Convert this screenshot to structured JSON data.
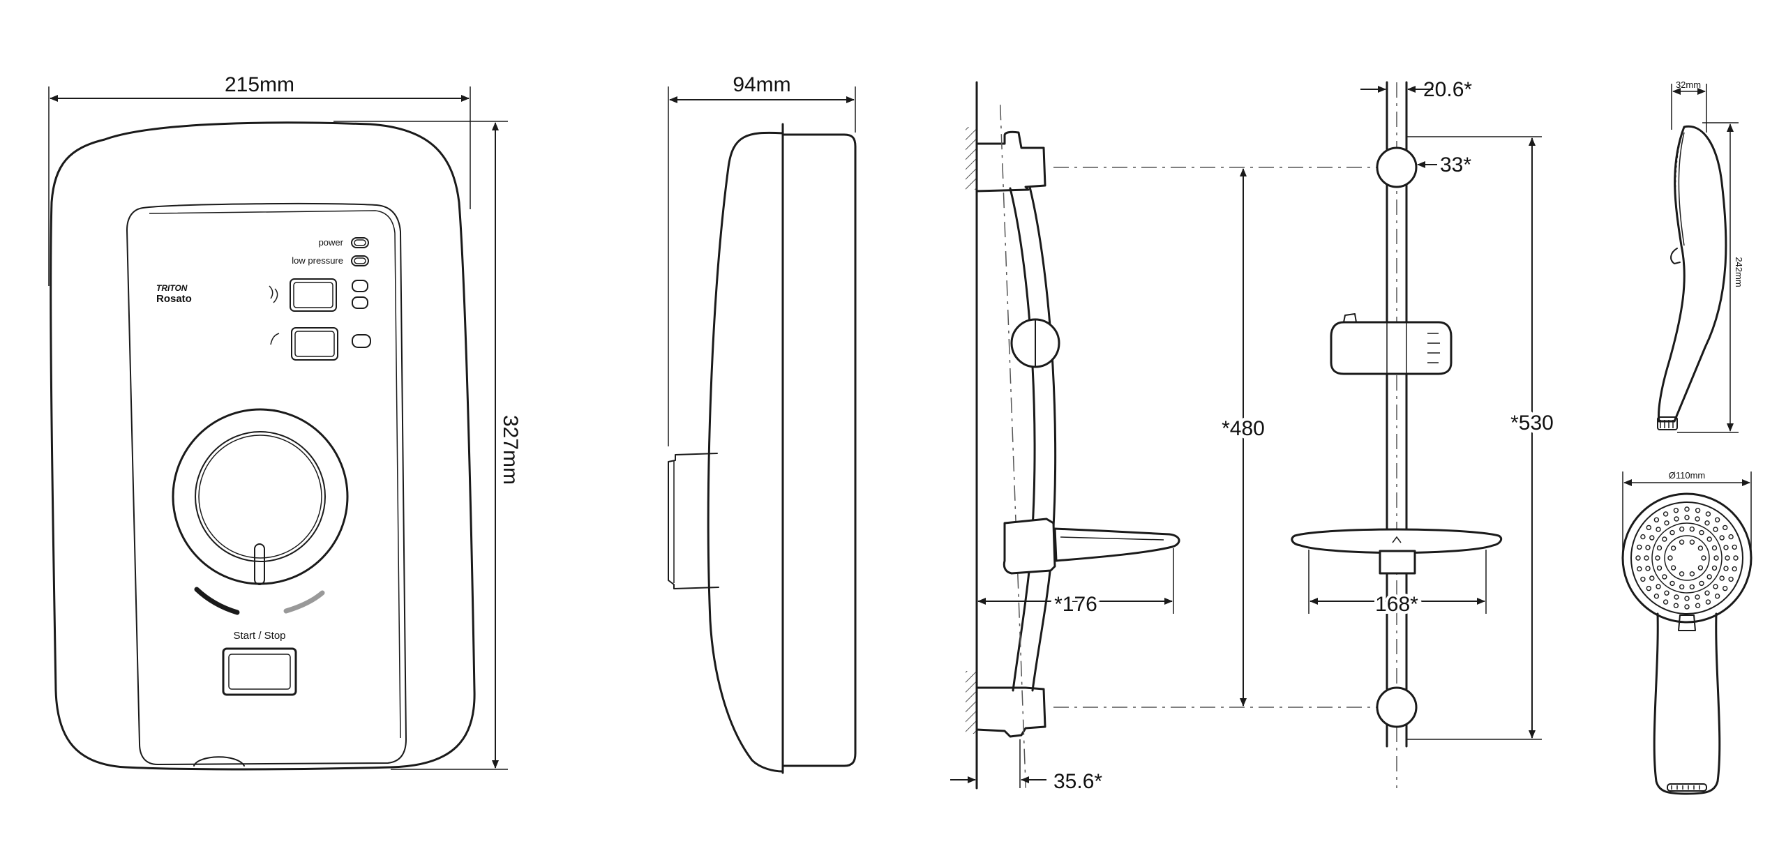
{
  "front_view": {
    "brand": "TRITON",
    "model": "Rosato",
    "power_label": "power",
    "low_pressure_label": "low pressure",
    "start_stop_label": "Start / Stop",
    "width_dim": "215mm",
    "height_dim": "327mm"
  },
  "side_view": {
    "depth_dim": "94mm"
  },
  "riser_side": {
    "soap_dish_dim": "*176",
    "wall_offset_dim": "35.6*"
  },
  "riser_front": {
    "bracket_dim": "33*",
    "rail_dia_dim": "20.6*",
    "centres_dim": "*480",
    "overall_dim": "*530",
    "soap_dish_width_dim": "168*"
  },
  "handset": {
    "head_depth_dim": "32mm",
    "length_dim": "242mm",
    "head_dia_dim": "Ø110mm"
  }
}
